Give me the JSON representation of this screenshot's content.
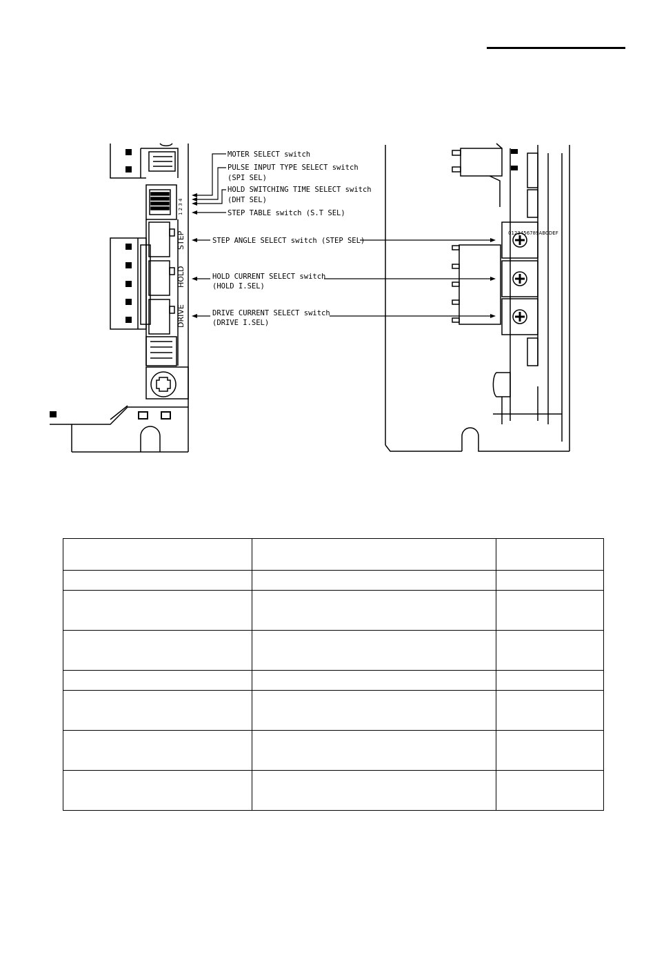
{
  "labels": {
    "moter_select": "MOTER SELECT switch",
    "pulse_input": "PULSE INPUT TYPE SELECT switch",
    "spi_sel": "(SPI SEL)",
    "hold_switching": "HOLD SWITCHING TIME SELECT switch",
    "dht_sel": "(DHT SEL)",
    "step_table": "STEP TABLE switch (S.T SEL)",
    "step_angle": "STEP ANGLE SELECT switch (STEP SEL)",
    "hold_current": "HOLD CURRENT SELECT switch",
    "hold_isel": "(HOLD I.SEL)",
    "drive_current": "DRIVE CURRENT SELECT switch",
    "drive_isel": "(DRIVE I.SEL)"
  },
  "board_labels": {
    "step": "STEP",
    "hold": "HOLD",
    "drive": "DRIVE",
    "dip_numbers": "1 2 3 4"
  },
  "table": {
    "rows": [
      [
        "",
        "",
        ""
      ],
      [
        "",
        "",
        ""
      ],
      [
        "",
        "",
        ""
      ],
      [
        "",
        "",
        ""
      ],
      [
        "",
        "",
        ""
      ],
      [
        "",
        "",
        ""
      ],
      [
        "",
        "",
        ""
      ],
      [
        "",
        "",
        ""
      ]
    ]
  }
}
